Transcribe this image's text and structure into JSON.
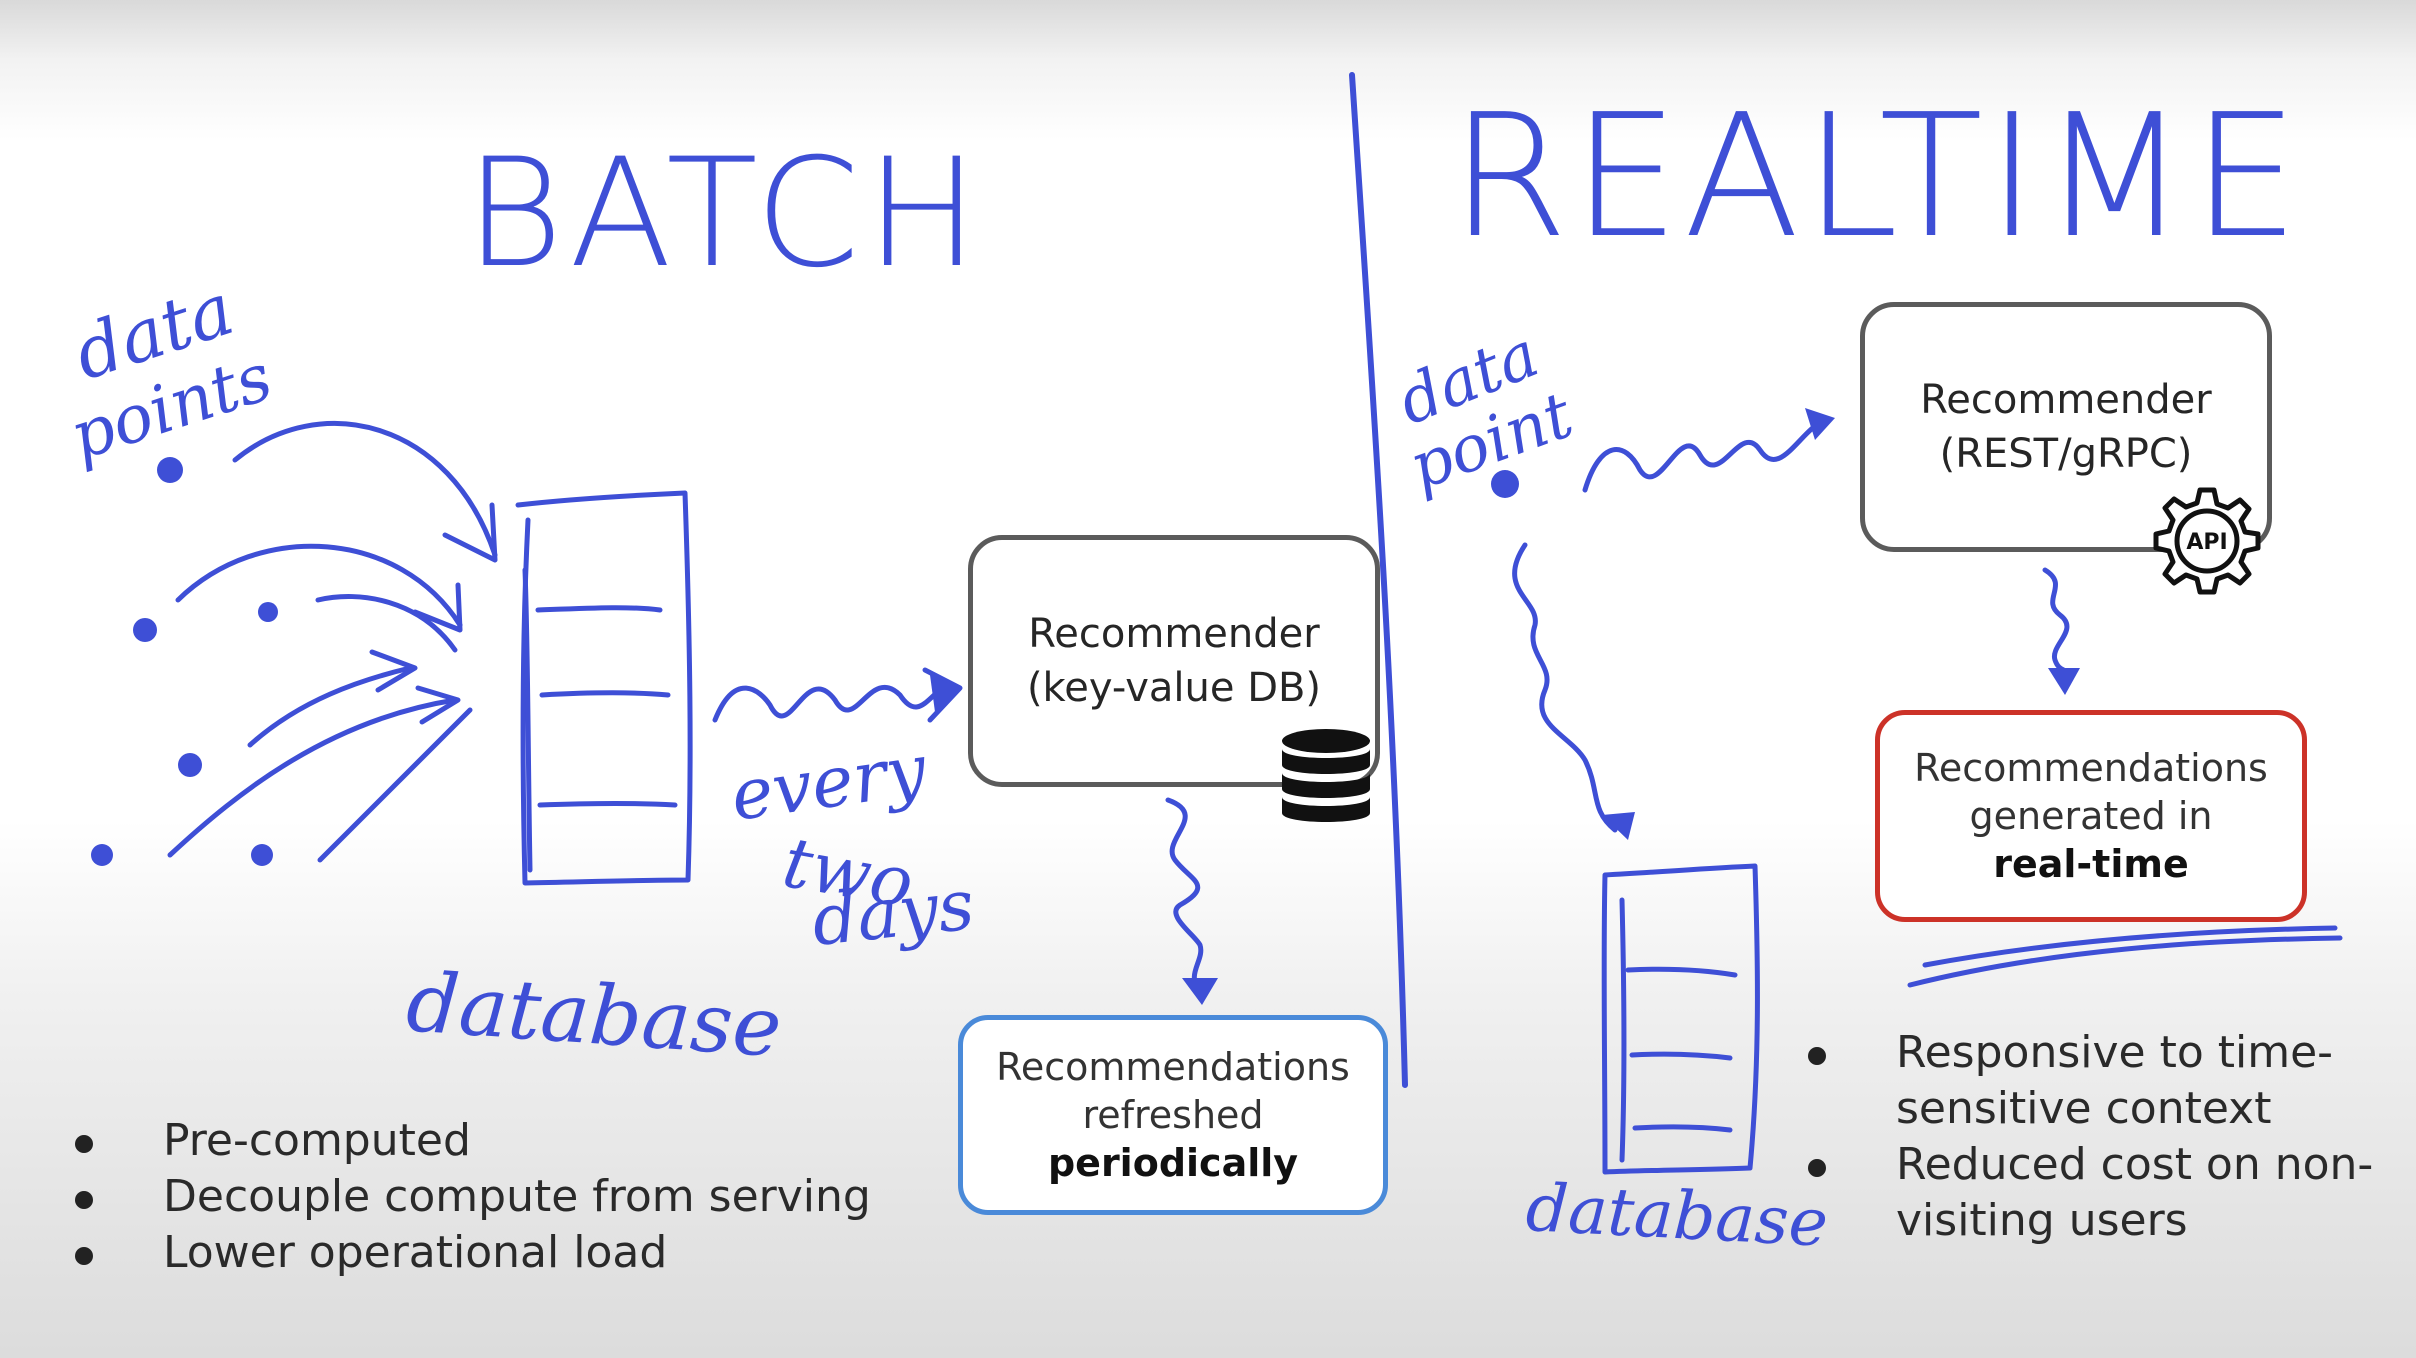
{
  "batch": {
    "title": "BATCH",
    "data_points_label": [
      "data",
      "points"
    ],
    "database_label": "database",
    "schedule_label": [
      "every",
      "two",
      "days"
    ],
    "recommender": {
      "line1": "Recommender",
      "line2": "(key-value DB)",
      "icon": "database-stack-icon"
    },
    "result": {
      "line1": "Recommendations",
      "line2": "refreshed",
      "line3": "periodically"
    },
    "bullets": [
      "Pre-computed",
      "Decouple compute from serving",
      "Lower operational load"
    ]
  },
  "realtime": {
    "title": "REALTIME",
    "data_points_label": [
      "data",
      "point"
    ],
    "database_label": "database",
    "recommender": {
      "line1": "Recommender",
      "line2": "(REST/gRPC)",
      "icon": "api-gear-icon",
      "icon_label": "API"
    },
    "result": {
      "line1": "Recommendations",
      "line2": "generated in",
      "line3": "real-time"
    },
    "bullets": [
      "Responsive to time-sensitive context",
      "Reduced cost on non-visiting users"
    ]
  },
  "colors": {
    "ink": "#3e4fd6",
    "batch_result_border": "#4a8ad9",
    "realtime_result_border": "#cc3228",
    "recommender_border": "#5b5b5b"
  }
}
